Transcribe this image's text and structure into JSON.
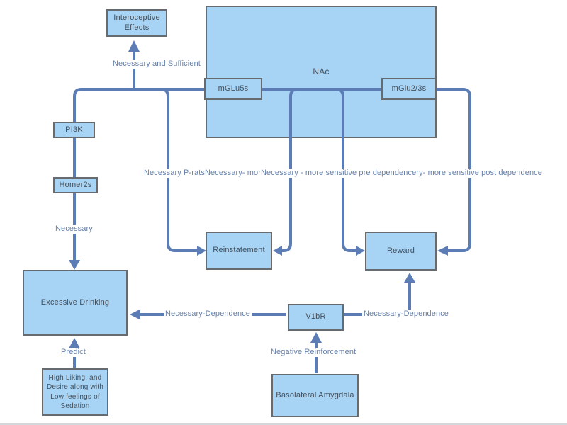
{
  "diagram": {
    "title": "NAc glutamate signaling pathway diagram",
    "colors": {
      "node_fill": "#a7d3f5",
      "node_border": "#666b6f",
      "connector": "#5b7cb4",
      "edge_label_text": "#6680aa",
      "node_text": "#45505b",
      "background": "#ffffff"
    },
    "nodes": {
      "interoceptive": {
        "lines": [
          "Interoceptive",
          "Effects"
        ]
      },
      "nac": {
        "label": "NAc"
      },
      "mglu5s": {
        "label": "mGLu5s"
      },
      "mglu23s": {
        "label": "mGlu2/3s"
      },
      "pi3k": {
        "label": "PI3K"
      },
      "homer2s": {
        "label": "Homer2s"
      },
      "reinstatement": {
        "label": "Reinstatement"
      },
      "reward": {
        "label": "Reward"
      },
      "excessive_drinking": {
        "label": "Excessive Drinking"
      },
      "v1br": {
        "label": "V1bR"
      },
      "high_liking": {
        "lines": [
          "High Liking, and",
          "Desire along with",
          "Low feelings of",
          "Sedation"
        ]
      },
      "basolateral_amygdala": {
        "label": "Basolateral Amygdala"
      }
    },
    "edge_labels": {
      "necessary_and_sufficient": "Necessary and Sufficient",
      "necessary": "Necessary",
      "predict": "Predict",
      "necessary_dependence_left": "Necessary-Dependence",
      "necessary_dependence_right": "Necessary-Dependence",
      "negative_reinforcement": "Negative Reinforcement",
      "overlap_segments": [
        "Necessary P-rats",
        "Necessary- mor",
        "Necessary - more sensitive pre dependencer",
        "y- more sensitive post dependence"
      ]
    }
  }
}
